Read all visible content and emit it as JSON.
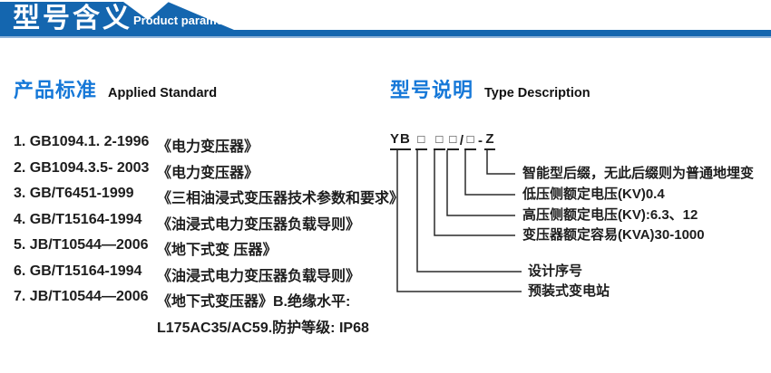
{
  "banner": {
    "title_cn": "型号含义",
    "subtitle_en": "Product parameters",
    "color": "#1466af",
    "underline_color": "#8fb3d9"
  },
  "left_section": {
    "title_cn": "产品标准",
    "title_en": "Applied Standard",
    "items": [
      {
        "code": "1. GB1094.1. 2-1996",
        "name": "《电力变压器》"
      },
      {
        "code": "2. GB1094.3.5- 2003",
        "name": "《电力变压器》"
      },
      {
        "code": "3. GB/T6451-1999",
        "name": "《三相油浸式变压器技术参数和要求》"
      },
      {
        "code": "4. GB/T15164-1994",
        "name": "《油浸式电力变压器负载导则》"
      },
      {
        "code": "5. JB/T10544—2006",
        "name": "《地下式变 压器》"
      },
      {
        "code": "6. GB/T15164-1994",
        "name": "《油浸式电力变压器负载导则》"
      },
      {
        "code": "7. JB/T10544—2006",
        "name": "《地下式变压器》B.绝缘水平:"
      }
    ],
    "continuation": "L175AC35/AC59.防护等级: IP68"
  },
  "right_section": {
    "title_cn": "型号说明",
    "title_en": "Type Description",
    "model_segments": [
      {
        "t": "YB"
      },
      {
        "t": "□"
      },
      {
        "t": "□"
      },
      {
        "t": "□"
      },
      {
        "t": "/"
      },
      {
        "t": "□"
      },
      {
        "t": "-"
      },
      {
        "t": "Z"
      }
    ],
    "labels": [
      "智能型后缀，无此后缀则为普通地埋变",
      "低压侧额定电压(KV)0.4",
      "高压侧额定电压(KV):6.3、12",
      "变压器额定容易(KVA)30-1000",
      "设计序号",
      "预装式变电站"
    ]
  },
  "colors": {
    "banner_blue": "#1466af",
    "accent_blue": "#1678d8",
    "text": "#1d1d1d",
    "diagram_line": "#2a2a2a"
  }
}
